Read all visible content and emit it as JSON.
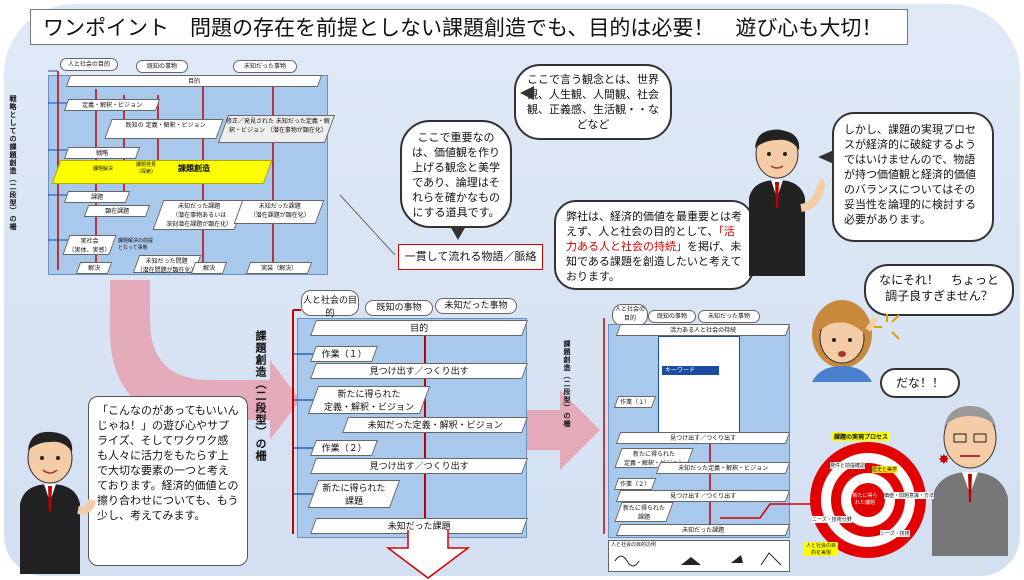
{
  "title": "ワンポイント　問題の存在を前提としない課題創造でも、目的は必要！　遊び心も大切！",
  "mini": {
    "vlabel": "戦略としての課題創造（二段型）の柵",
    "pills": [
      "人と社会の目的",
      "既知の事物",
      "未知だった事物"
    ],
    "rows": [
      "目的",
      "定義・解釈・ビジョン",
      "既知の\n定義・解釈・ビジョン",
      "修正／発見された\n未知だった定義・解釈・ビジョン\n（潜在事物が顕在化）",
      "戦略",
      "課題解決",
      "課題発見\n（探索）",
      "課題創造",
      "課題",
      "顕在課題",
      "未知だった課題\n（潜在事物あるいは\n深刻潜在課題が顕在化）",
      "未知だった課題\n（潜在課題が顕在化）",
      "実社会\n（実体、実感）",
      "課題解決の前提\nとなって事態",
      "未知だった問題\n（潜在問題が顕在化）",
      "解決",
      "解決",
      "実装（解決）"
    ]
  },
  "center": {
    "bubble": "ここで重要なのは、価値観を作り上げる観念と美学であり、論理はそれらを確かなものにする道具です。",
    "banner": "一貫して流れる物語／脈絡",
    "vlabel": "課題創造（二段型）の柵",
    "pills": [
      "人と社会の目的",
      "既知の事物",
      "未知だった事物"
    ],
    "rows": [
      "目的",
      "作業（１）",
      "見つけ出す／つくり出す",
      "新たに得られた\n定義・解釈・ビジョン",
      "未知だった定義・解釈・ビジョン",
      "作業（２）",
      "見つけ出す／つくり出す",
      "新たに得られた\n課題",
      "未知だった課題"
    ]
  },
  "top_bubble": "ここで言う観念とは、世界観、人生観、人間観、社会観、正義感、生活観・・などなど",
  "right_bubble": "しかし、課題の実現プロセスが経済的に破綻するようではいけませんので、物語が持つ価値観と経済的価値のバランスについてはその妥当性を論理的に検討する必要があります。",
  "company_bubble": {
    "before": "弊社は、経済的価値を最重要とは考えず、人と社会の目的として、",
    "highlight": "「活力ある人と社会の持続」",
    "after": "を掲げ、未知である課題を創造したいと考えております。"
  },
  "woman_bubble": "なにそれ！　ちょっと調子良すぎません？",
  "man_bubble": "だな！！",
  "left_bubble": "「こんなのがあってもいいんじゃね！」の遊び心やサプライズ、そしてワクワク感も人々に活力をもたらす上で大切な要素の一つと考えております。経済的価値との擦り合わせについても、もう少し、考えてみます。",
  "right_diagram": {
    "vlabel": "課題創造（二段型）の柵",
    "pills": [
      "人と社会の目的",
      "既知の事物",
      "未知だった事物"
    ],
    "rows": [
      "活力ある人と社会の持続",
      "作業（１）",
      "キーワード",
      "見つけ出す／つくり出す",
      "新たに得られた\n定義・解釈・ビジョン",
      "未知だった定義・解釈・ビジョン",
      "作業（２）",
      "見つけ出す／つくり出す",
      "新たに得られた\n課題",
      "未知だった課題",
      "人と社会の目的の例"
    ]
  },
  "target": {
    "title": "課題の実現プロセス",
    "labels": [
      "要件と前提確認",
      "歴史と美学",
      "価値・問題意識・方法",
      "ニーズ・技術分野",
      "新たに得られた課題",
      "シーズ・技術",
      "人と社会の目的を実現"
    ]
  },
  "colors": {
    "accent_red": "#d40000",
    "blue_panel": "#a8c8ec",
    "arrow_pink": "#e6a4b4",
    "highlight_yellow": "#ffff00"
  }
}
